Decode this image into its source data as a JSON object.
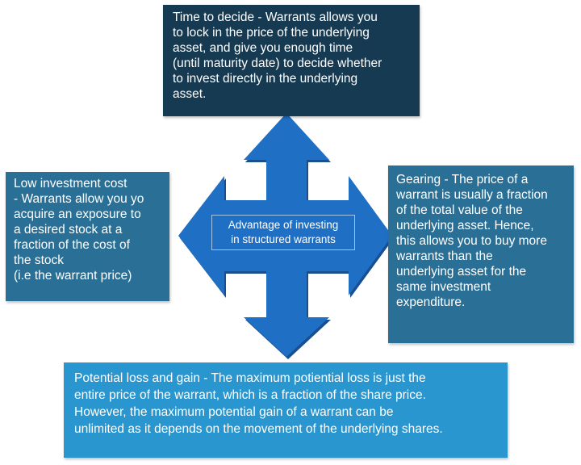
{
  "center": {
    "text": "Advantage of investing\nin structured warrants"
  },
  "boxes": {
    "top": "Time to decide -  Warrants allows you\nto lock in the price of the underlying\nasset, and give you enough time\n(until maturity date) to decide whether\nto invest directly in the underlying\nasset.",
    "left": "Low investment cost\n- Warrants allow you yo\nacquire an exposure to\na desired stock at a\nfraction of the cost of\nthe stock\n(i.e the warrant price)",
    "right": "Gearing - The price of a\nwarrant is usually a fraction\nof the total value of the\nunderlying asset. Hence,\nthis allows you to buy more\nwarrants than the\nunderlying asset for the\nsame investment\nexpenditure.",
    "bottom": "Potential loss and gain - The maximum potiential loss is just the\nentire price of the warrant, which is a fraction of the share price.\nHowever, the maximum potential gain of a warrant can be\nunlimited as it depends on the movement of the underlying shares."
  },
  "colors": {
    "top_box": "#163a52",
    "left_box": "#2a6f95",
    "right_box": "#2a6f95",
    "bottom_box": "#2a96cf",
    "arrow": "#1f6fc4",
    "arrow_shadow": "#174f91"
  }
}
